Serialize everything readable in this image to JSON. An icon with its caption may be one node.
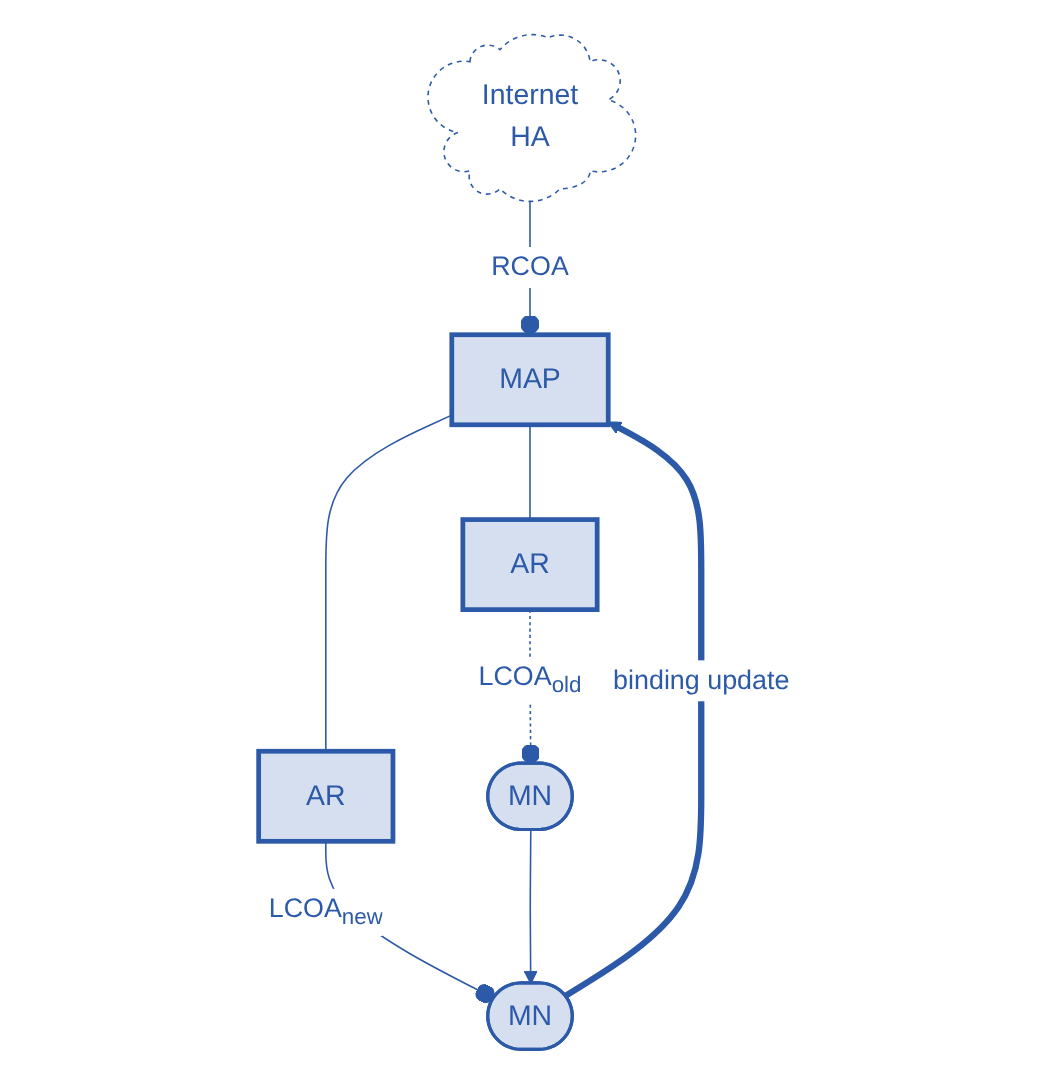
{
  "diagram": {
    "nodes": [
      {
        "text": [
          "Internet",
          "HA"
        ]
      },
      {
        "text": [
          "MAP"
        ]
      },
      {
        "text": [
          "AR"
        ]
      },
      {
        "text": [
          "AR"
        ]
      },
      {
        "text": [
          "MN"
        ]
      },
      {
        "text": [
          "MN"
        ]
      }
    ],
    "edges": [
      {
        "from": 0,
        "to": 1,
        "arrow": "other",
        "label": "RCOA"
      },
      {
        "from": 1,
        "to": 2,
        "arrow": "none"
      },
      {
        "from": 1,
        "to": 3,
        "arrow": "none"
      },
      {
        "from": 2,
        "to": 4,
        "arrow": "other",
        "label": "LCOA$_{new}$"
      },
      {
        "from": 3,
        "to": 5,
        "arrow": "other",
        "style": "dashed",
        "label": "LCOA$_{old}$"
      },
      {
        "from": 5,
        "to": 4,
        "arrow": "to"
      },
      {
        "from": 4,
        "to": 1,
        "arrow": "to",
        "style": "thick",
        "label": "binding update"
      }
    ]
  }
}
